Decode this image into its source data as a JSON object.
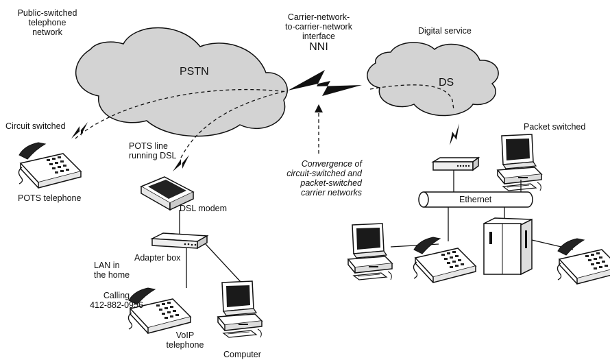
{
  "labels": {
    "pstn_caption": "Public-switched\ntelephone\nnetwork",
    "pstn": "PSTN",
    "nni_caption": "Carrier-network-\nto-carrier-network\ninterface",
    "nni": "NNI",
    "ds_caption": "Digital service",
    "ds": "DS",
    "circuit_switched": "Circuit switched",
    "pots_telephone": "POTS telephone",
    "pots_line": "POTS line\nrunning DSL",
    "dsl_modem": "DSL modem",
    "convergence": "Convergence of\ncircuit-switched and\npacket-switched\ncarrier networks",
    "packet_switched": "Packet switched",
    "ethernet": "Ethernet",
    "lan": "LAN in\nthe home",
    "adapter_box": "Adapter box",
    "calling": "Calling\n412-882-0956",
    "voip_telephone": "VoIP\ntelephone",
    "computer": "Computer"
  },
  "icons": {
    "pots_phone": "telephone-icon",
    "dsl_modem": "modem-icon",
    "adapter_box": "adapter-box-icon",
    "voip_phone": "telephone-icon",
    "home_computer": "desktop-computer-icon",
    "ds_router": "router-icon",
    "ds_computer": "desktop-computer-icon",
    "lan_computer": "desktop-computer-icon",
    "lan_phone": "telephone-icon",
    "server": "server-cabinet-icon",
    "server_phone": "telephone-icon",
    "lightning": "wireless-link-icon"
  },
  "colors": {
    "cloud_fill": "#d3d3d3",
    "line": "#111111"
  }
}
